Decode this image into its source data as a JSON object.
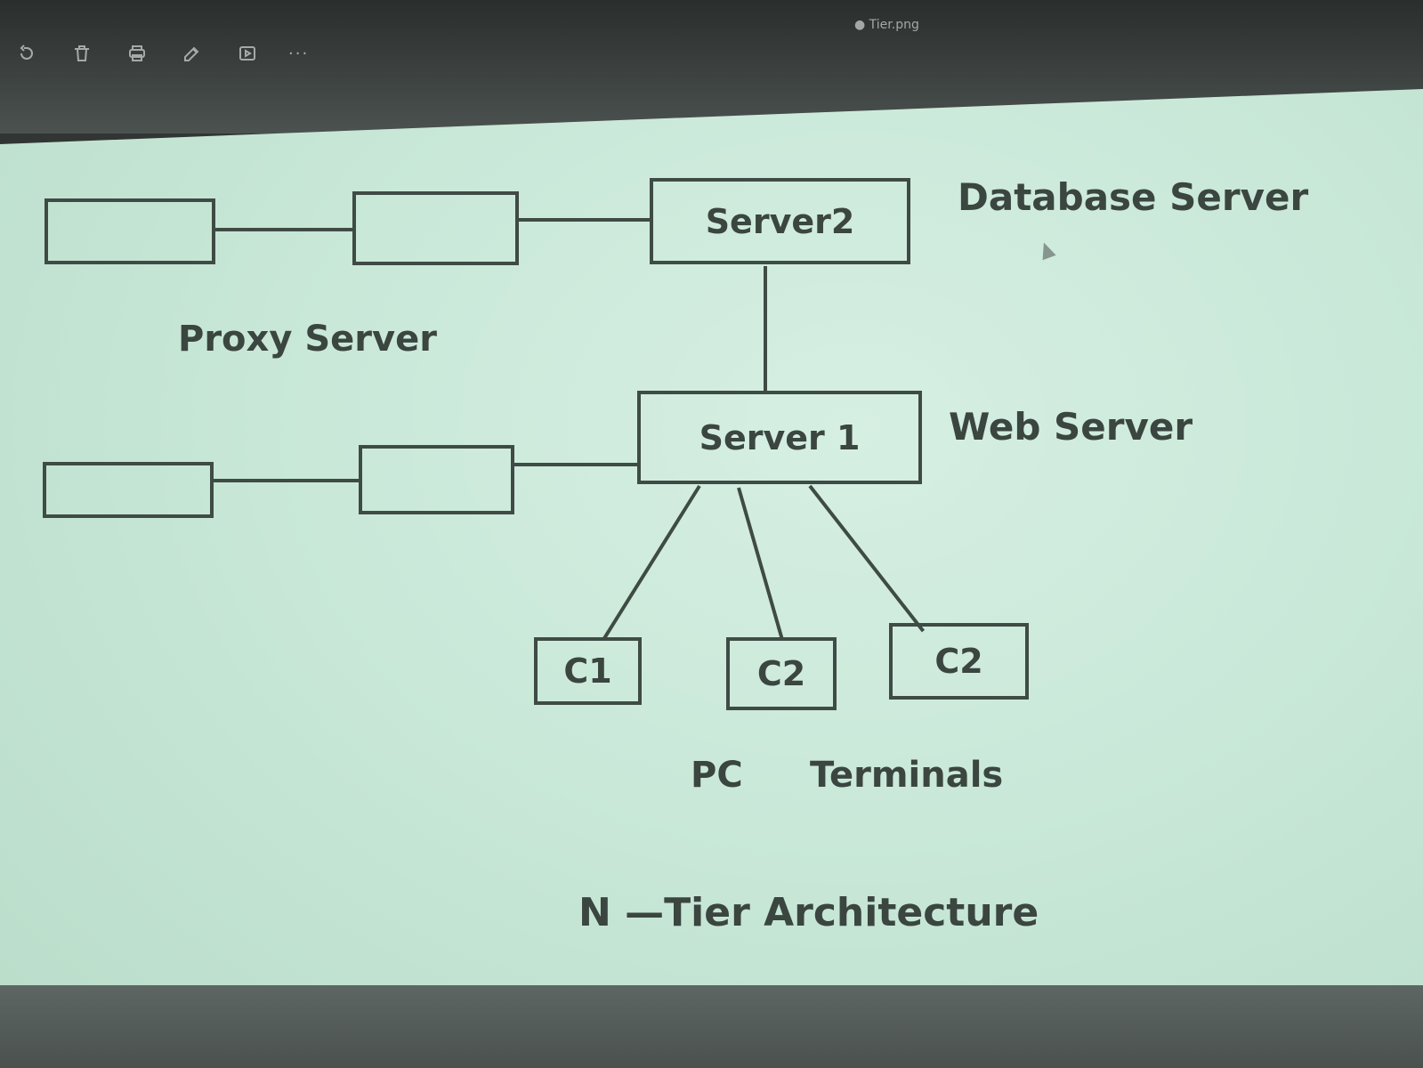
{
  "window": {
    "file_title": "● Tier.png"
  },
  "toolbar": {
    "icons": [
      "rotate-icon",
      "trash-icon",
      "print-icon",
      "edit-icon",
      "slideshow-icon"
    ],
    "more_label": "···"
  },
  "diagram": {
    "server2_label": "Server2",
    "server1_label": "Server 1",
    "c1_label": "C1",
    "c2a_label": "C2",
    "c2b_label": "C2",
    "database_server_label": "Database Server",
    "web_server_label": "Web Server",
    "proxy_server_label": "Proxy Server",
    "pc_label": "PC",
    "terminals_label": "Terminals",
    "title": "N  —Tier Architecture"
  },
  "colors": {
    "slide_bg": "#c9e8d8",
    "ink": "#3b4640",
    "frame": "#3a3f3d"
  }
}
